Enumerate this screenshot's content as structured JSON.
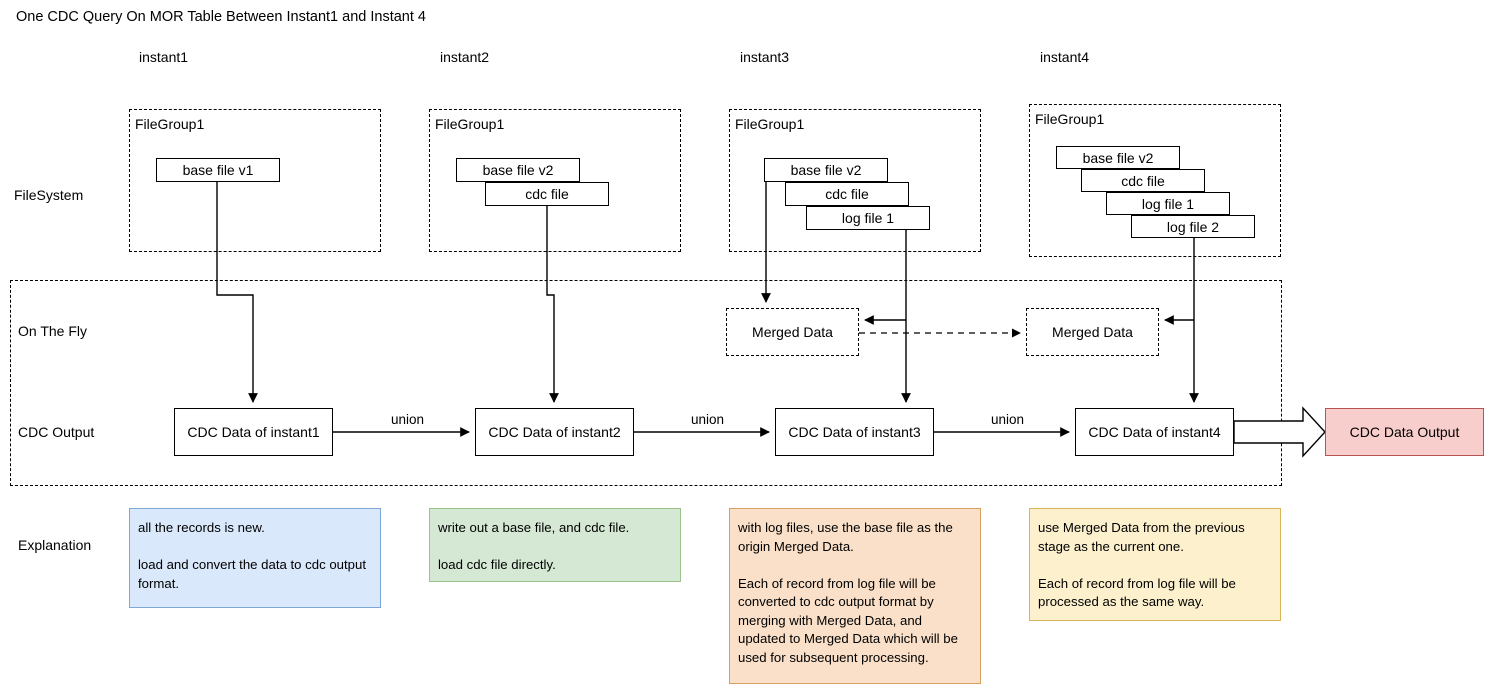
{
  "title": "One CDC Query On MOR Table Between Instant1 and Instant 4",
  "columns": [
    {
      "label": "instant1"
    },
    {
      "label": "instant2"
    },
    {
      "label": "instant3"
    },
    {
      "label": "instant4"
    }
  ],
  "rows": [
    {
      "label": "FileSystem"
    },
    {
      "label": "On The Fly"
    },
    {
      "label": "CDC Output"
    },
    {
      "label": "Explanation"
    }
  ],
  "filesystem": {
    "groups": [
      {
        "title": "FileGroup1",
        "files": [
          {
            "label": "base file v1"
          }
        ]
      },
      {
        "title": "FileGroup1",
        "files": [
          {
            "label": "base file v2"
          },
          {
            "label": "cdc file"
          }
        ]
      },
      {
        "title": "FileGroup1",
        "files": [
          {
            "label": "base file v2"
          },
          {
            "label": "cdc file"
          },
          {
            "label": "log file 1"
          }
        ]
      },
      {
        "title": "FileGroup1",
        "files": [
          {
            "label": "base file v2"
          },
          {
            "label": "cdc file"
          },
          {
            "label": "log file 1"
          },
          {
            "label": "log file 2"
          }
        ]
      }
    ]
  },
  "on_the_fly": {
    "merged": [
      {
        "label": "Merged Data"
      },
      {
        "label": "Merged Data"
      }
    ]
  },
  "cdc_output": {
    "nodes": [
      {
        "label": "CDC Data of instant1"
      },
      {
        "label": "CDC Data of instant2"
      },
      {
        "label": "CDC Data of instant3"
      },
      {
        "label": "CDC Data of instant4"
      }
    ],
    "edge_labels": [
      "union",
      "union",
      "union"
    ],
    "final_output": {
      "label": "CDC Data Output"
    }
  },
  "explanation": {
    "notes": [
      {
        "text": "all the records is new.\n\nload and convert the data to cdc output format."
      },
      {
        "text": "write out a base file, and cdc file.\n\nload cdc file directly."
      },
      {
        "text": "with log files, use the base file as the origin Merged Data.\n\nEach of record from log file will be converted to cdc output format by merging with Merged Data, and updated to Merged Data which will be used for subsequent processing."
      },
      {
        "text": "use Merged Data from the previous stage as the current one.\n\nEach of record from log file will be processed as the same way."
      }
    ]
  },
  "colors": {
    "note_blue_bg": "#dae8fc",
    "note_blue_border": "#7ea6d9",
    "note_green_bg": "#d5e8d4",
    "note_green_border": "#9ac28a",
    "note_orange_bg": "#fae0c8",
    "note_orange_border": "#d6a15c",
    "note_yellow_bg": "#fcf0cd",
    "note_yellow_border": "#d6b656",
    "output_bg": "#f8cecc",
    "output_border": "#b85450",
    "stroke": "#000000"
  }
}
